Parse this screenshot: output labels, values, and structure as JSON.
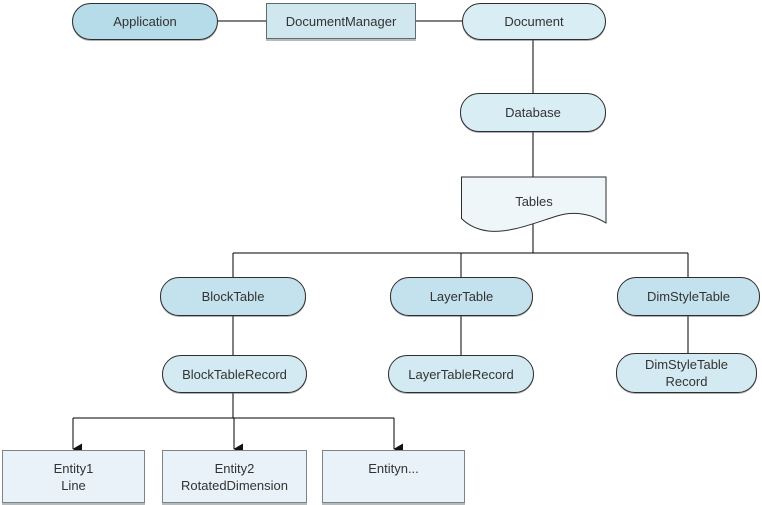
{
  "diagram": {
    "description": "Object hierarchy diagram: Application, DocumentManager, Document, Database, Tables and table/record/entity descendants",
    "nodes": {
      "application": "Application",
      "document_manager": "DocumentManager",
      "document": "Document",
      "database": "Database",
      "tables": "Tables",
      "block_table": "BlockTable",
      "layer_table": "LayerTable",
      "dim_style_table": "DimStyleTable",
      "block_table_record": "BlockTableRecord",
      "layer_table_record": "LayerTableRecord",
      "dim_style_table_record": "DimStyleTable\nRecord",
      "entity1": "Entity1\nLine",
      "entity2": "Entity2\nRotatedDimension",
      "entityn": "Entityn..."
    },
    "edges": [
      "Application - DocumentManager",
      "DocumentManager - Document",
      "Document - Database",
      "Database - Tables",
      "Tables - BlockTable",
      "Tables - LayerTable",
      "Tables - DimStyleTable",
      "BlockTable - BlockTableRecord",
      "LayerTable - LayerTableRecord",
      "DimStyleTable - DimStyleTableRecord",
      "BlockTableRecord -> Entity1 Line",
      "BlockTableRecord -> Entity2 RotatedDimension",
      "BlockTableRecord -> Entityn..."
    ]
  },
  "colors": {
    "node_primary": "#b5dce8",
    "node_table": "#c4e2ed",
    "node_record": "#d4eaf2",
    "node_manager": "#d0e7f0",
    "node_light": "#d9edf4",
    "node_doc": "#eef6fa",
    "node_entity": "#e9f2f8",
    "edge_line": "#000000",
    "text": "#333333"
  }
}
